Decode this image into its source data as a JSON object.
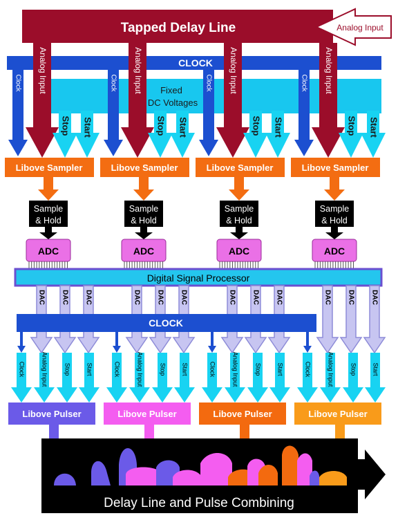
{
  "colors": {
    "delay_line": "#9b0d2a",
    "clock": "#1c4fd0",
    "dc_voltage": "#18c7ef",
    "stop_start_arrow": "#18d3f2",
    "sampler": "#f36d12",
    "sample_hold": "#000000",
    "adc": "#ea70e6",
    "dsp": "#24c6ee",
    "dac_arrow": "#c7c5f1",
    "pulser_1": "#6b5ae8",
    "pulser_2": "#f45df0",
    "pulser_3": "#f36a0f",
    "pulser_4": "#f99b1a",
    "combining_bg": "#000000"
  },
  "delay_line": {
    "title": "Tapped Delay Line",
    "input_label": "Analog Input"
  },
  "clock_top": {
    "label": "CLOCK"
  },
  "fixed_dc": {
    "line1": "Fixed",
    "line2": "DC Voltages"
  },
  "channel_labels": {
    "clock": "Clock",
    "analog_input": "Analog Input",
    "stop": "Stop",
    "start": "Start",
    "sampler": "Libove Sampler",
    "sample_hold_line1": "Sample",
    "sample_hold_line2": "& Hold",
    "adc": "ADC",
    "dac": "DAC",
    "pulser": "Libove Pulser"
  },
  "dsp": {
    "label": "Digital Signal Processor"
  },
  "clock_bottom": {
    "label": "CLOCK"
  },
  "combining": {
    "label": "Delay Line and Pulse Combining"
  }
}
